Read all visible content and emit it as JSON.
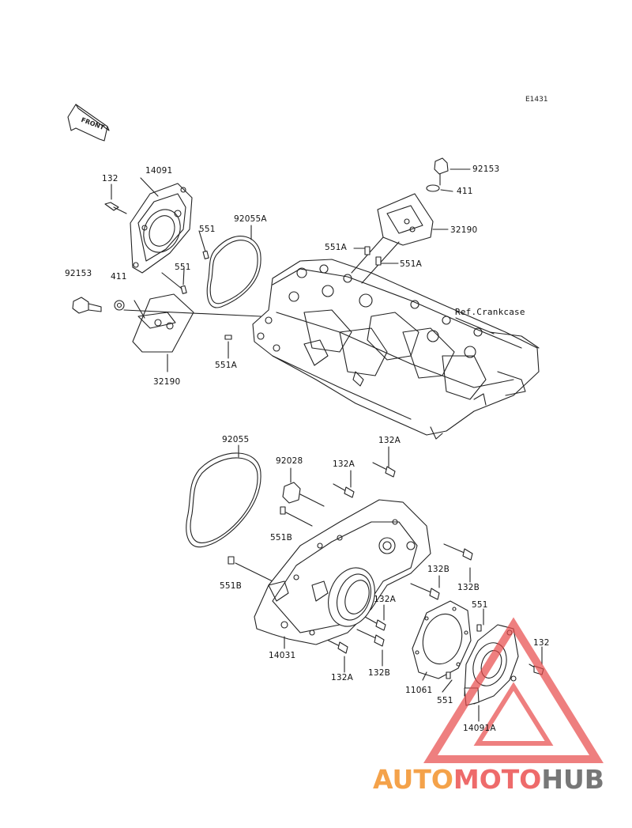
{
  "diagram_code": "E1431",
  "front_arrow_text": "FRONT",
  "watermark": {
    "part1": "AUTO",
    "part2": "MOTO",
    "part3": "HUB"
  },
  "labels": {
    "l132_top": "132",
    "l14091": "14091",
    "l551_a": "551",
    "l551_b": "551",
    "l92153_left": "92153",
    "l411_left": "411",
    "l32190_left": "32190",
    "l92055A": "92055A",
    "l551A_left": "551A",
    "l92153_right": "92153",
    "l411_right": "411",
    "l32190_right": "32190",
    "l551A_mid": "551A",
    "l551A_right": "551A",
    "ref_crankcase": "Ref.Crankcase",
    "l92055": "92055",
    "l132A_top": "132A",
    "l92028": "92028",
    "l132A_mid": "132A",
    "l551B_top": "551B",
    "l551B_left": "551B",
    "l132B_right": "132B",
    "l132B_mid": "132B",
    "l551_right": "551",
    "l132A_low": "132A",
    "l132_right": "132",
    "l14031": "14031",
    "l132A_bottom": "132A",
    "l132B_bottom": "132B",
    "l11061": "11061",
    "l551_bottom": "551",
    "l14091A": "14091A"
  },
  "colors": {
    "line": "#222222",
    "fill": "#ffffff",
    "watermark_triangle": "#e84a4a"
  }
}
